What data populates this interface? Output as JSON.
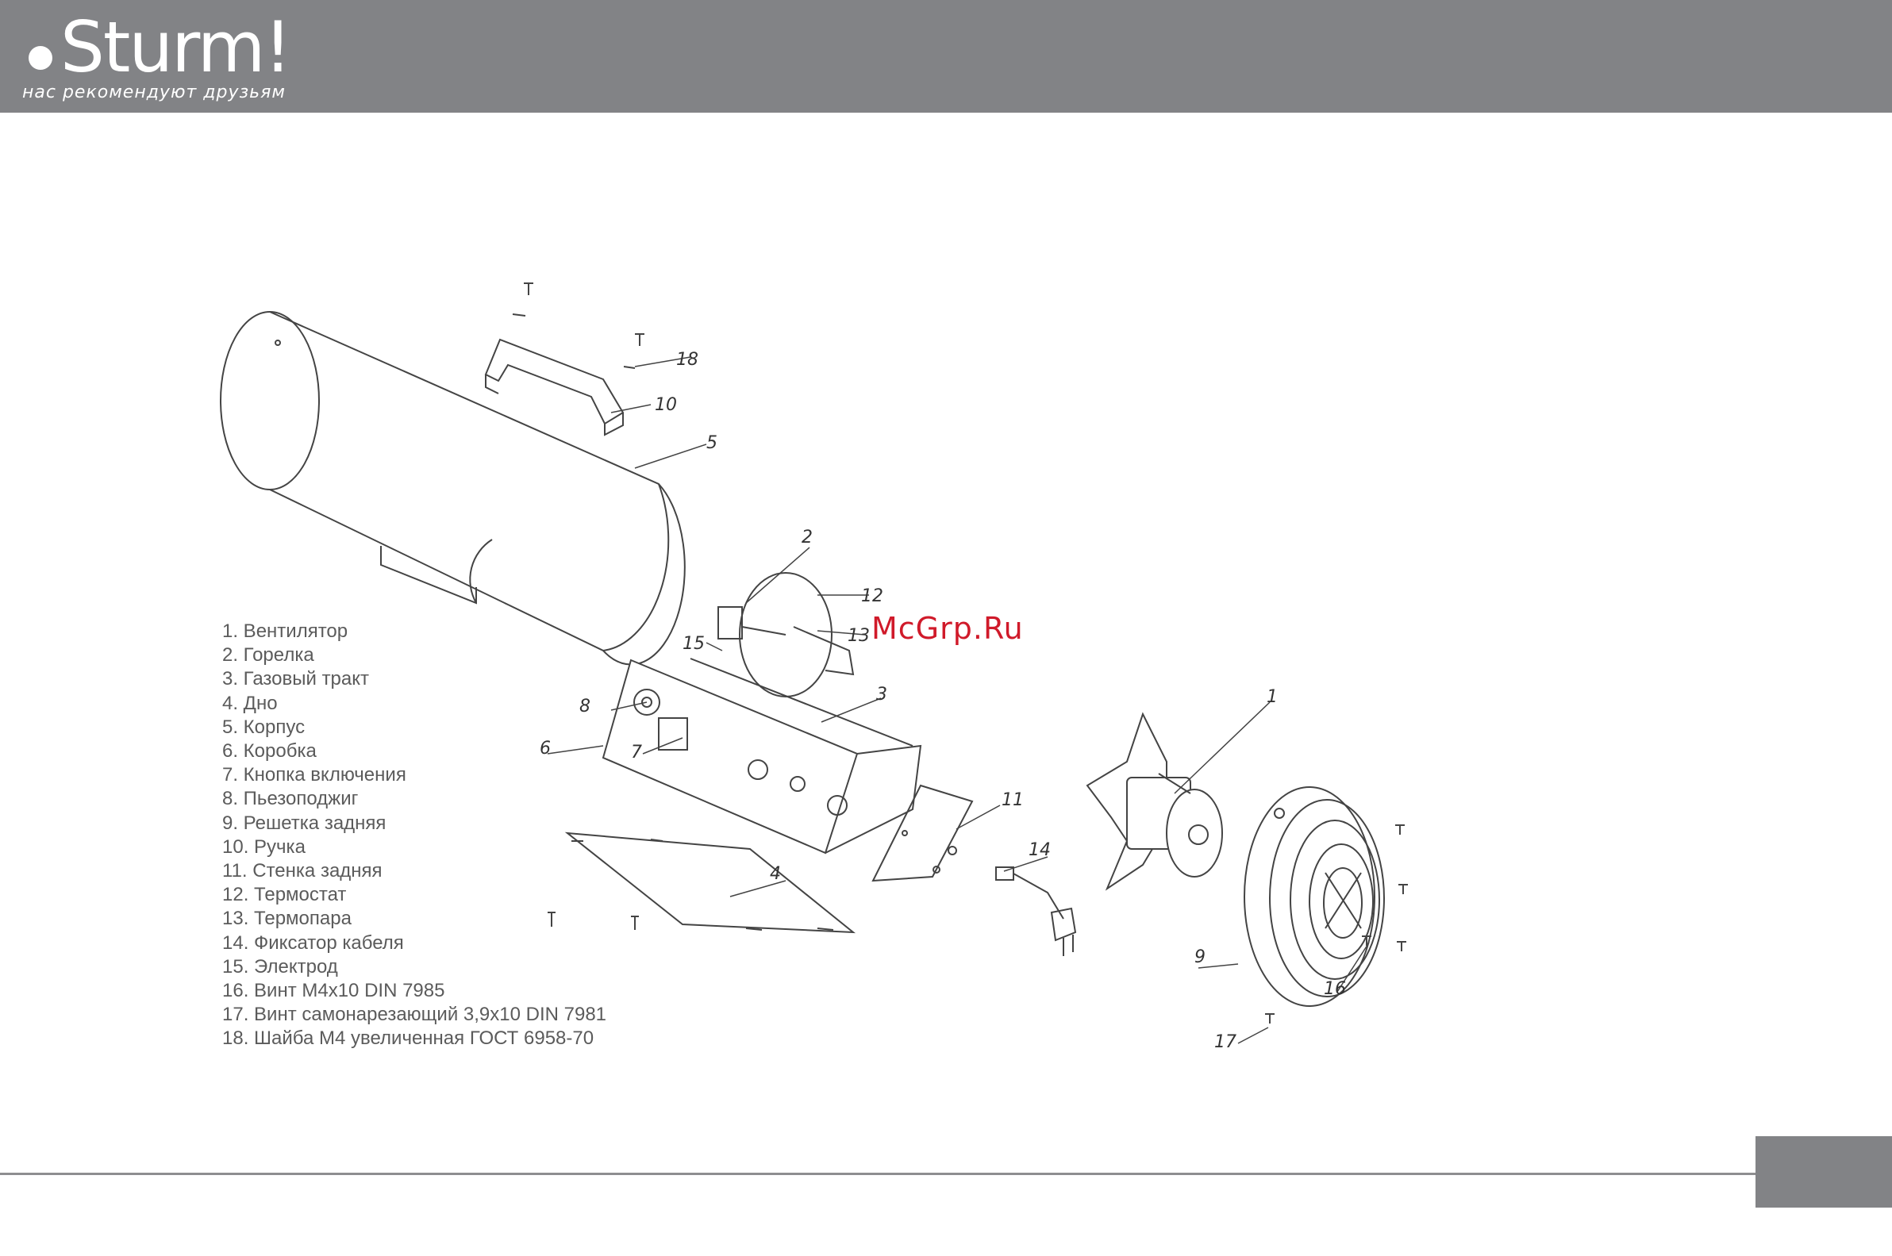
{
  "header": {
    "logo_text": "Sturm!",
    "slogan": "нас рекомендуют друзьям"
  },
  "watermark": "McGrp.Ru",
  "legend": [
    "1. Вентилятор",
    "2. Горелка",
    "3. Газовый тракт",
    "4. Дно",
    "5. Корпус",
    "6. Коробка",
    "7. Кнопка включения",
    "8. Пьезоподжиг",
    "9. Решетка задняя",
    "10. Ручка",
    "11. Стенка задняя",
    "12. Термостат",
    "13. Термопара",
    "14. Фиксатор кабеля",
    "15. Электрод",
    "16. Винт М4х10 DIN 7985",
    "17. Винт самонарезающий 3,9х10 DIN 7981",
    "18. Шайба М4 увеличенная ГОСТ 6958-70"
  ],
  "callouts": [
    "1",
    "2",
    "3",
    "4",
    "5",
    "6",
    "7",
    "8",
    "9",
    "10",
    "11",
    "12",
    "13",
    "14",
    "15",
    "16",
    "17",
    "18"
  ],
  "colors": {
    "header_bg": "#828386",
    "watermark": "#d01a2a",
    "line_art": "#444444"
  }
}
